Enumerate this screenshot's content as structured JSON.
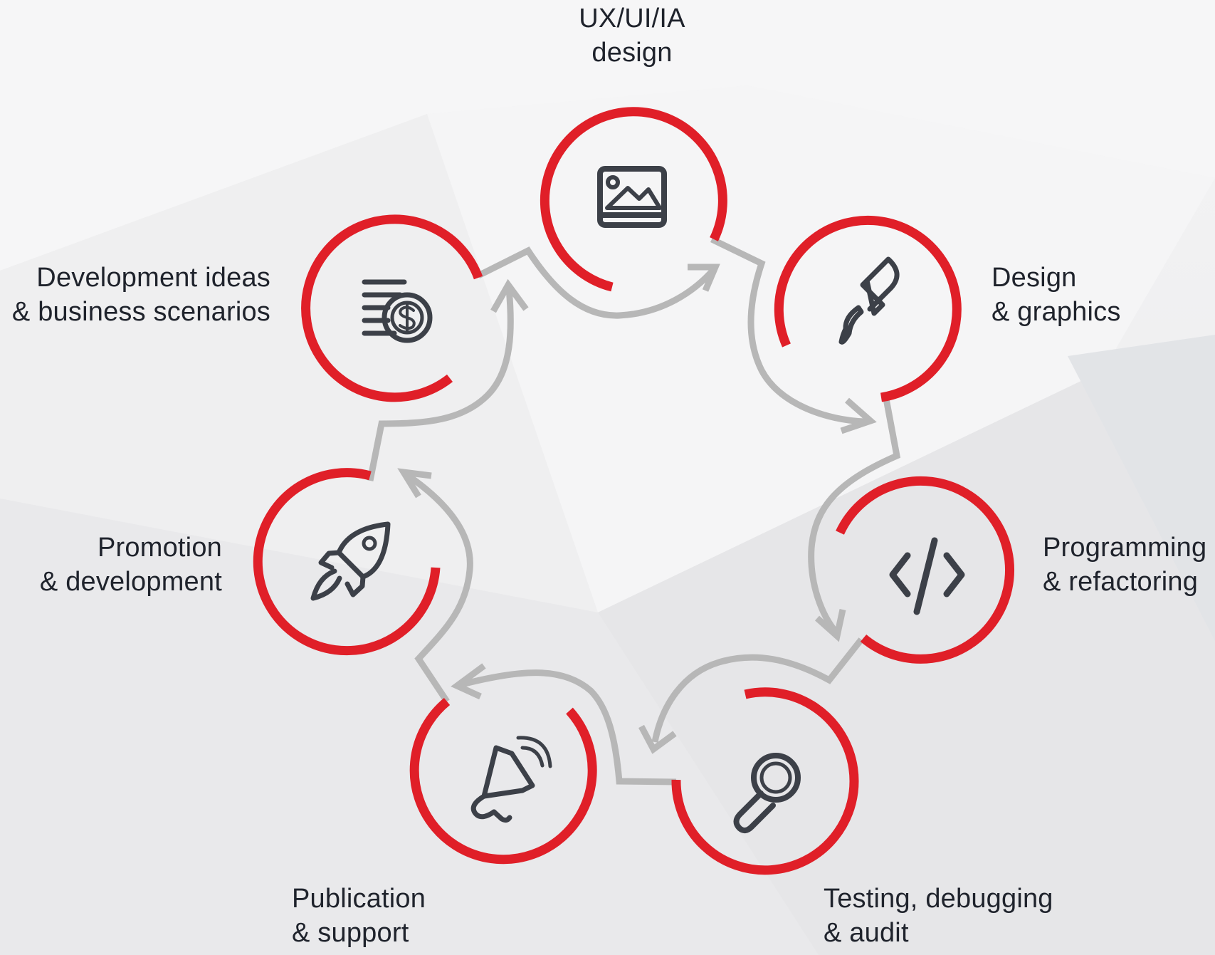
{
  "colors": {
    "ring": "#e01f28",
    "arrow": "#b7b7b7",
    "icon": "#3c4048",
    "text": "#1f232c"
  },
  "steps": [
    {
      "id": "ux",
      "lines": [
        "UX/UI/IA",
        "design"
      ],
      "icon": "image-icon"
    },
    {
      "id": "design",
      "lines": [
        "Design",
        "& graphics"
      ],
      "icon": "paintbrush-icon"
    },
    {
      "id": "programming",
      "lines": [
        "Programming",
        "& refactoring"
      ],
      "icon": "code-icon"
    },
    {
      "id": "testing",
      "lines": [
        "Testing, debugging",
        "& audit"
      ],
      "icon": "magnifier-icon"
    },
    {
      "id": "publication",
      "lines": [
        "Publication",
        "& support"
      ],
      "icon": "megaphone-icon"
    },
    {
      "id": "promotion",
      "lines": [
        "Promotion",
        "& development"
      ],
      "icon": "rocket-icon"
    },
    {
      "id": "development",
      "lines": [
        "Development ideas",
        "& business scenarios"
      ],
      "icon": "coins-icon"
    }
  ]
}
